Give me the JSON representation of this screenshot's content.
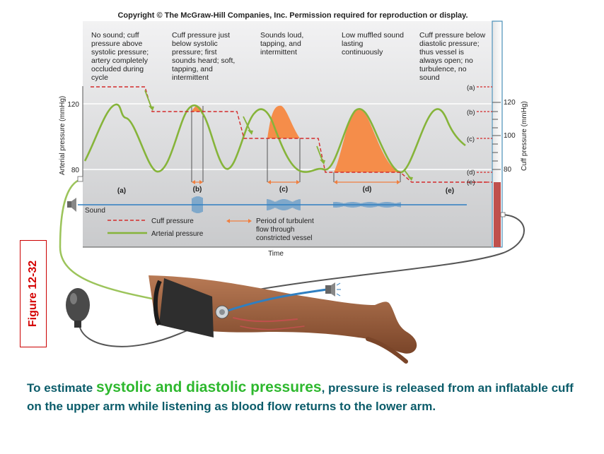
{
  "copyright": "Copyright © The McGraw-Hill Companies, Inc. Permission required for reproduction or display.",
  "figure_label": "Figure 12-32",
  "phases": [
    {
      "text": "No sound; cuff pressure above systolic pressure; artery completely occluded during cycle"
    },
    {
      "text": "Cuff pressure just below systolic pressure; first sounds heard; soft, tapping, and intermittent"
    },
    {
      "text": "Sounds loud, tapping, and intermittent"
    },
    {
      "text": "Low muffled sound lasting continuously"
    },
    {
      "text": "Cuff pressure below diastolic pressure; thus vessel is always open; no turbulence, no sound"
    }
  ],
  "axis": {
    "left_label": "Arterial pressure (mmHg)",
    "left_ticks": [
      "120",
      "80"
    ],
    "right_label": "Cuff pressure (mmHg)",
    "right_ticks": [
      "120",
      "100",
      "80"
    ],
    "time_label": "Time"
  },
  "phase_tags": [
    "(a)",
    "(b)",
    "(c)",
    "(d)",
    "(e)"
  ],
  "gauge_tags": [
    "(a)",
    "(b)",
    "(c)",
    "(d)",
    "(e)"
  ],
  "sound_label": "Sound",
  "legend": {
    "cuff": "Cuff pressure",
    "arterial": "Arterial pressure",
    "turbulent": "Period of turbulent flow through constricted vessel"
  },
  "caption": {
    "pre": "To estimate ",
    "highlight": "systolic and diastolic pressures",
    "post": ", pressure is released from an inflatable cuff on the upper arm while listening as blood flow returns to the lower arm."
  },
  "colors": {
    "arterial_line": "#86b43a",
    "cuff_line": "#d42b2b",
    "turbulent_fill": "#f58d4a",
    "sound_wave": "#2f7fc1",
    "caption_text": "#0b5c6a",
    "caption_highlight": "#2eb82e",
    "figure_label": "#d40000"
  }
}
